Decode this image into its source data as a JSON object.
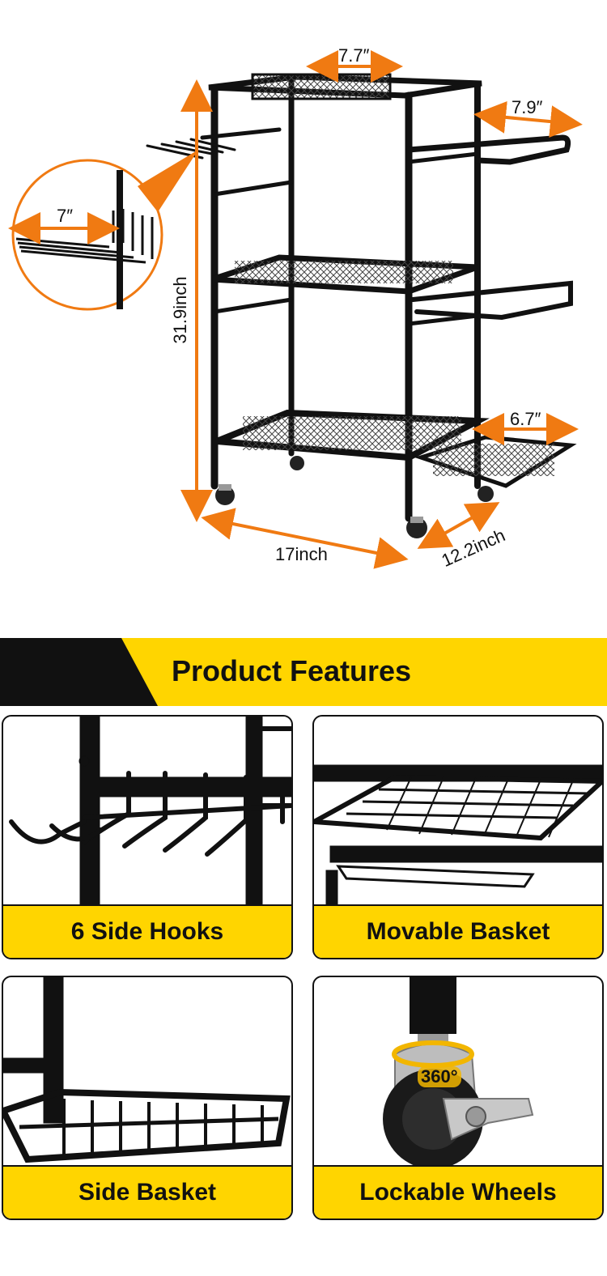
{
  "dimensions": {
    "top_width": "7.7″",
    "right_handle": "7.9″",
    "hook_width": "7″",
    "height": "31.9inch",
    "basket_width": "6.7″",
    "length": "17inch",
    "depth": "12.2inch"
  },
  "banner": {
    "title": "Product Features"
  },
  "features": [
    {
      "label": "6 Side Hooks"
    },
    {
      "label": "Movable Basket"
    },
    {
      "label": "Side Basket"
    },
    {
      "label": "Lockable Wheels"
    }
  ],
  "wheel_badge": "360°",
  "colors": {
    "accent_orange": "#f07a12",
    "banner_yellow": "#ffd500",
    "frame_black": "#111111"
  }
}
